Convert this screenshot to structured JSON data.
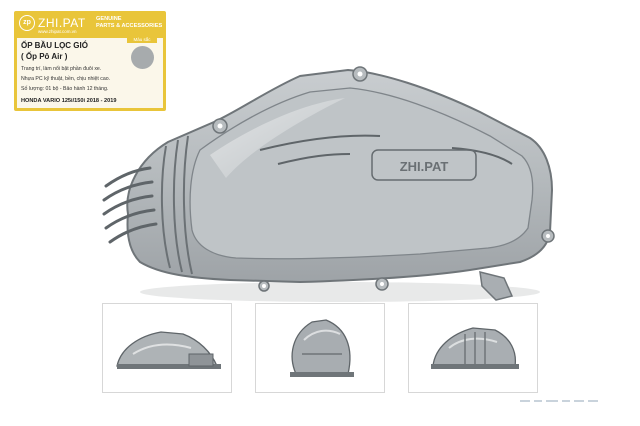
{
  "label": {
    "brand_badge": "zp",
    "brand_name": "ZHI.PAT",
    "brand_url": "www.zhipat.com.vn",
    "tagline_line1": "GENUINE",
    "tagline_line2": "PARTS & ACCESSORIES",
    "product_title": "ỐP BẦU LỌC GIÓ",
    "product_subtitle": "( Ốp Pô Air )",
    "description_lines": [
      "Trang trí, làm nổi bật phần đuôi xe.",
      "Nhựa PC kỹ thuật, bền, chịu nhiệt cao.",
      "Số lượng: 01 bộ - Bảo hành 12 tháng."
    ],
    "model_line": "HONDA VARIO 125i/150i  2018 - 2019",
    "color_label": "Màu sắc",
    "swatch_color": "#a7abad",
    "accent_color": "#e9c53a"
  },
  "product": {
    "emboss_text": "ZHI.PAT",
    "tint_color": "#8d9296"
  },
  "thumbnails": [
    {
      "name": "side view"
    },
    {
      "name": "rear view"
    },
    {
      "name": "angled view"
    }
  ]
}
